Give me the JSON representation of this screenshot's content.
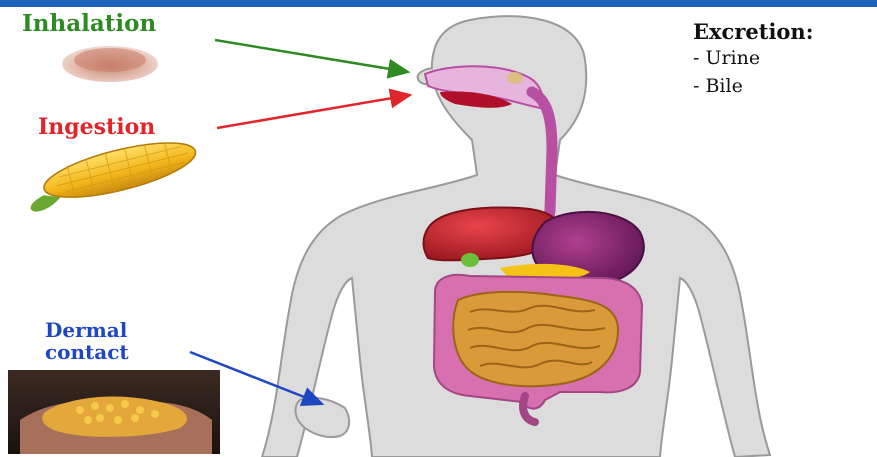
{
  "colors": {
    "top_bar": "#1e63b8",
    "inhalation": "#2e8b22",
    "ingestion": "#e0262a",
    "dermal": "#1f47c2",
    "body_skin": "#dcdcdc",
    "liver": "#c8202a",
    "stomach": "#7a1f6a",
    "esophagus": "#b84fa2",
    "small_intestine": "#d99a3a",
    "large_intestine": "#d870b0"
  },
  "routes": {
    "inhalation": "Inhalation",
    "ingestion": "Ingestion",
    "dermal_line1": "Dermal",
    "dermal_line2": "contact"
  },
  "excretion": {
    "title": "Excretion:",
    "items": [
      "- Urine",
      "- Bile"
    ]
  },
  "icons": {
    "inhalation": "dust-pile-icon",
    "ingestion": "corn-cob-icon",
    "dermal": "hands-holding-grain-icon"
  }
}
